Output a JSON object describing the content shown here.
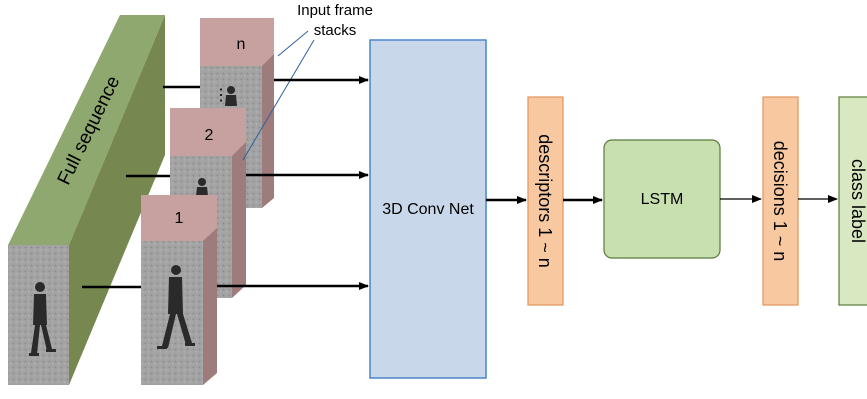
{
  "labels": {
    "full_sequence": "Full sequence",
    "input_frame_stacks_line1": "Input frame",
    "input_frame_stacks_line2": "stacks",
    "stack_n": "n",
    "stack_2": "2",
    "stack_1": "1",
    "ellipsis": "⋮",
    "conv_net": "3D Conv Net",
    "descriptors": "descriptors 1 ~ n",
    "lstm": "LSTM",
    "decisions": "decisions 1 ~ n",
    "class_label": "class label"
  },
  "colors": {
    "full_sequence_front": "#8fa870",
    "full_sequence_side": "#76884f",
    "stack_top": "#c7a0a0",
    "stack_side": "#9e7c7c",
    "conv_net_fill": "#c8d8ea",
    "conv_net_border": "#4a86c8",
    "descriptor_fill": "#f8c8a0",
    "descriptor_border": "#e0945a",
    "lstm_fill": "#c8e0b0",
    "lstm_border": "#5a7a3a",
    "class_label_fill": "#d8e8c0",
    "class_label_border": "#5a7a3a",
    "frame_background": "#9a9a9a",
    "leader_line": "#2f5f9f",
    "arrow": "#000000"
  }
}
